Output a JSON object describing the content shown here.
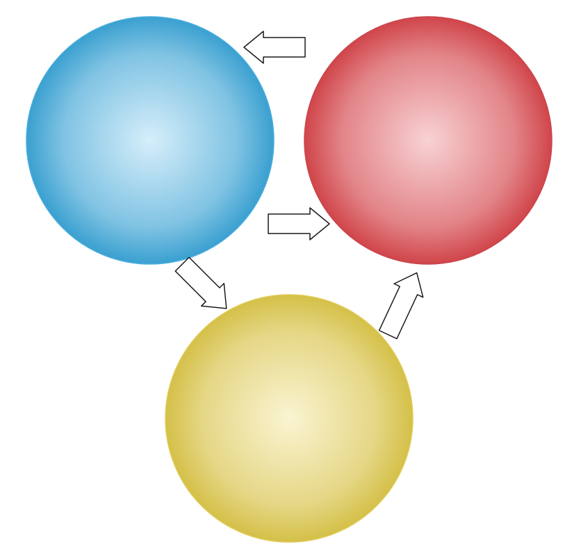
{
  "diagram": {
    "nodes": [
      {
        "id": "blue",
        "name": "blue-circle",
        "color_edge": "#3aa0d0",
        "color_center": "#d6eefa",
        "stroke": "#4aaede"
      },
      {
        "id": "red",
        "name": "red-circle",
        "color_edge": "#d0454a",
        "color_center": "#f8d2d4",
        "stroke": "#c9474c"
      },
      {
        "id": "yellow",
        "name": "yellow-circle",
        "color_edge": "#d4c048",
        "color_center": "#faf4d2",
        "stroke": "#e0cc5a"
      }
    ],
    "edges": [
      {
        "name": "arrow-red-to-blue",
        "from": "red",
        "to": "blue"
      },
      {
        "name": "arrow-blue-to-red",
        "from": "blue",
        "to": "red"
      },
      {
        "name": "arrow-blue-to-yellow",
        "from": "blue",
        "to": "yellow"
      },
      {
        "name": "arrow-yellow-to-red",
        "from": "yellow",
        "to": "red"
      }
    ]
  }
}
